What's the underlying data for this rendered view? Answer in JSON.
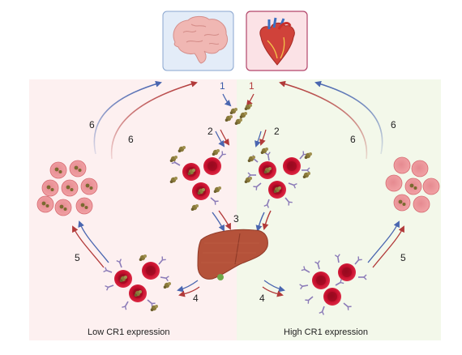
{
  "panels": {
    "left_label": "Low CR1 expression",
    "right_label": "High CR1 expression"
  },
  "steps": {
    "s1_left": "1",
    "s1_right": "1",
    "s2_left": "2",
    "s2_right": "2",
    "s3": "3",
    "s4_left": "4",
    "s4_right": "4",
    "s5_left": "5",
    "s5_right": "5",
    "s6_left_outer": "6",
    "s6_left_inner": "6",
    "s6_right_outer": "6",
    "s6_right_inner": "6"
  },
  "colors": {
    "left_bg": "#fdf0f0",
    "right_bg": "#f3f8ea",
    "blue_arrow": "#4a66b0",
    "red_arrow": "#b23a3a",
    "rbc": "#c8102e",
    "cr1": "#8b7bb8",
    "complex": "#8a7a3a",
    "liver": "#b5523a"
  }
}
